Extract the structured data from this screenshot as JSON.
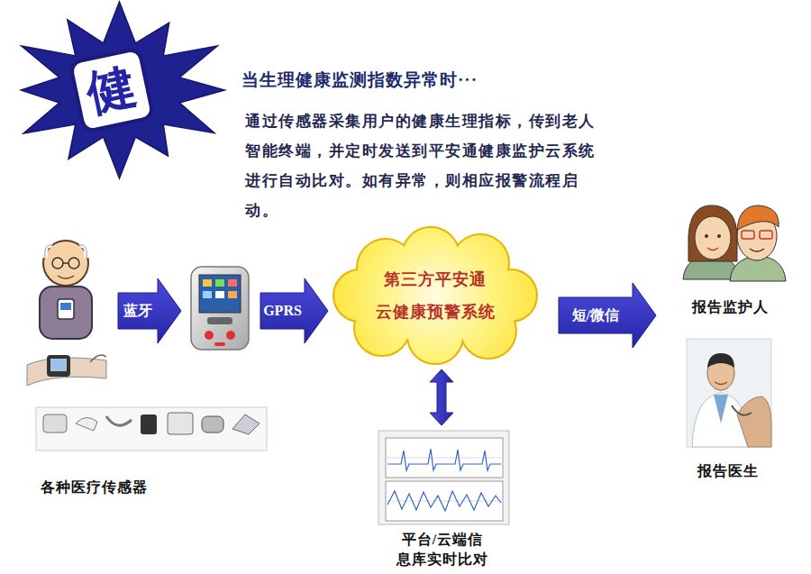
{
  "diagram": {
    "title": "当生理健康监测指数异常时···",
    "nodes": [
      {
        "text": [
          "健"
        ]
      },
      {
        "text": [
          "各种医疗传感器"
        ]
      },
      {
        "text": []
      },
      {
        "text": [
          "第三方平安通 云健康预警系统"
        ]
      },
      {
        "text": [
          "平台/云端信 息库实时比对"
        ]
      },
      {
        "text": [
          "报告监护人"
        ]
      },
      {
        "text": [
          "报告医生"
        ]
      }
    ],
    "edges": [
      {
        "from": 1,
        "to": 2,
        "label": "蓝牙",
        "arrow": "to"
      },
      {
        "from": 2,
        "to": 3,
        "label": "GPRS",
        "arrow": "to"
      },
      {
        "from": 3,
        "to": 4,
        "arrow": "both"
      },
      {
        "from": 3,
        "to": 5,
        "label": "短/微信",
        "arrow": "to"
      }
    ],
    "labels": [
      "通过传感器采集用户的健康生理指标，传到老人智能终端，并定时发送到平安通健康监护云系统进行自动比对。如有异常，则相应报警流程启动。"
    ]
  }
}
